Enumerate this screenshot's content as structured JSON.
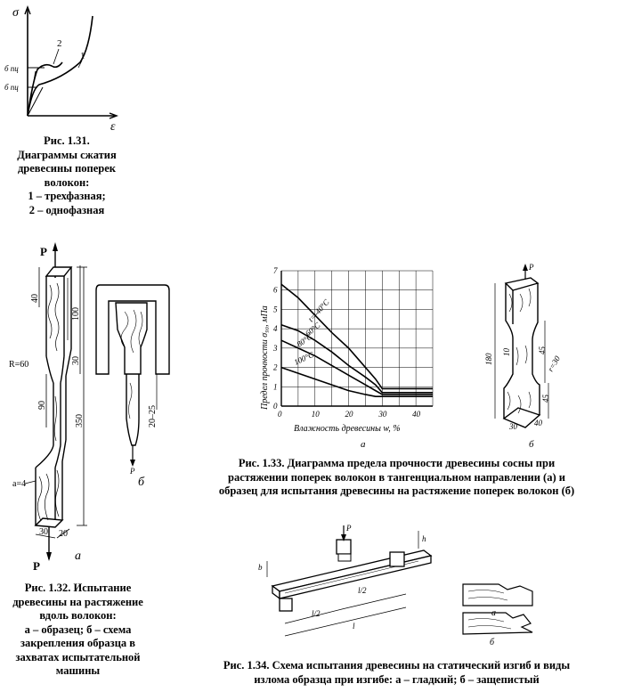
{
  "fig131": {
    "axis_y": "σ",
    "axis_x": "ε",
    "label_upper": "б пц",
    "label_lower": "б пц",
    "curve1": "1",
    "curve2": "2",
    "caption": [
      "Рис. 1.31.",
      "Диаграммы сжатия",
      "древесины поперек",
      "волокон:",
      "1 – трехфазная;",
      "2 – однофазная"
    ]
  },
  "fig132": {
    "load_top": "P",
    "load_bottom": "P",
    "dim_40": "40",
    "dim_100": "100",
    "dim_30": "30",
    "dim_R60": "R=60",
    "dim_90": "90",
    "dim_350": "350",
    "dim_a4": "a=4",
    "dim_w30": "30",
    "dim_w20": "20",
    "dim_grip": "20–25",
    "label_a": "a",
    "label_b": "б",
    "caption": [
      "Рис. 1.32. Испытание",
      "древесины на растяжение",
      "вдоль волокон:",
      "а – образец; б – схема",
      "закрепления образца в",
      "захватах испытательной",
      "машины"
    ]
  },
  "fig133": {
    "y_label": "Предел прочности σ₉₀, мПа",
    "x_label": "Влажность древесины w, %",
    "y_ticks": [
      "0",
      "1",
      "2",
      "3",
      "4",
      "5",
      "6",
      "7"
    ],
    "x_ticks": [
      "0",
      "10",
      "20",
      "30",
      "40"
    ],
    "series_labels": [
      "t=-40°С",
      "60°С",
      "80°С",
      "100°С"
    ],
    "label_a": "а",
    "label_b": "б",
    "specimen_P": "P",
    "dim_180": "180",
    "dim_10": "10",
    "dim_45a": "45",
    "dim_r30": "r=30",
    "dim_45b": "45",
    "dim_30": "30",
    "dim_40": "40",
    "caption": [
      "Рис. 1.33. Диаграмма предела прочности древесины сосны при",
      "растяжении поперек волокон в тангенциальном направлении (а) и",
      "образец для испытания древесины на растяжение поперек волокон (б)"
    ]
  },
  "fig134": {
    "load_P": "P",
    "dim_h": "h",
    "dim_b": "b",
    "dim_l2": "l/2",
    "dim_l2b": "l/2",
    "dim_l": "l",
    "label_a": "а",
    "label_b": "б",
    "caption": [
      "Рис. 1.34. Схема испытания древесины на статический изгиб и виды",
      "излома образца при изгибе: а – гладкий; б – защепистый"
    ]
  },
  "chart_data": {
    "type": "line",
    "x": [
      0,
      10,
      20,
      30,
      40,
      45
    ],
    "xlabel": "Влажность древесины w, %",
    "ylabel": "Предел прочности σ₉₀, мПа",
    "xlim": [
      0,
      45
    ],
    "ylim": [
      0,
      7
    ],
    "grid": true,
    "series": [
      {
        "name": "t=-40°С",
        "x": [
          0,
          5,
          10,
          15,
          20,
          25,
          28,
          30,
          45
        ],
        "values": [
          6.3,
          5.6,
          4.7,
          3.8,
          3.0,
          2.0,
          1.4,
          0.9,
          0.9
        ]
      },
      {
        "name": "60°С",
        "x": [
          0,
          5,
          10,
          15,
          20,
          25,
          28,
          30,
          45
        ],
        "values": [
          4.2,
          3.9,
          3.4,
          2.8,
          2.1,
          1.5,
          1.1,
          0.7,
          0.7
        ]
      },
      {
        "name": "80°С",
        "x": [
          0,
          5,
          10,
          15,
          20,
          25,
          28,
          30,
          45
        ],
        "values": [
          3.4,
          3.0,
          2.6,
          2.1,
          1.6,
          1.1,
          0.8,
          0.6,
          0.6
        ]
      },
      {
        "name": "100°С",
        "x": [
          0,
          5,
          10,
          15,
          20,
          25,
          28,
          30,
          45
        ],
        "values": [
          2.0,
          1.7,
          1.4,
          1.1,
          0.8,
          0.6,
          0.5,
          0.5,
          0.5
        ]
      }
    ]
  }
}
